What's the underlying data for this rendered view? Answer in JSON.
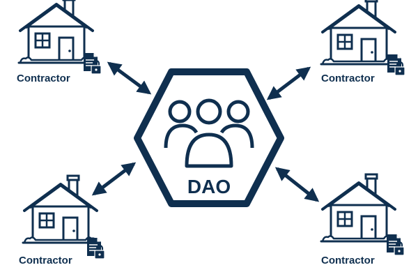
{
  "colors": {
    "primary": "#0f2f4f",
    "background": "#ffffff"
  },
  "hub": {
    "label": "DAO",
    "icon": "people-group-icon"
  },
  "nodes": [
    {
      "id": "top-left",
      "label": "Contractor",
      "icon": "house-icon",
      "badge": "document-lock-icon"
    },
    {
      "id": "top-right",
      "label": "Contractor",
      "icon": "house-icon",
      "badge": "document-lock-icon"
    },
    {
      "id": "bottom-left",
      "label": "Contractor",
      "icon": "house-icon",
      "badge": "document-lock-icon"
    },
    {
      "id": "bottom-right",
      "label": "Contractor",
      "icon": "house-icon",
      "badge": "document-lock-icon"
    }
  ],
  "connections": [
    {
      "from": "top-left",
      "to": "hub",
      "direction": "both"
    },
    {
      "from": "top-right",
      "to": "hub",
      "direction": "both"
    },
    {
      "from": "bottom-left",
      "to": "hub",
      "direction": "both"
    },
    {
      "from": "bottom-right",
      "to": "hub",
      "direction": "both"
    }
  ]
}
